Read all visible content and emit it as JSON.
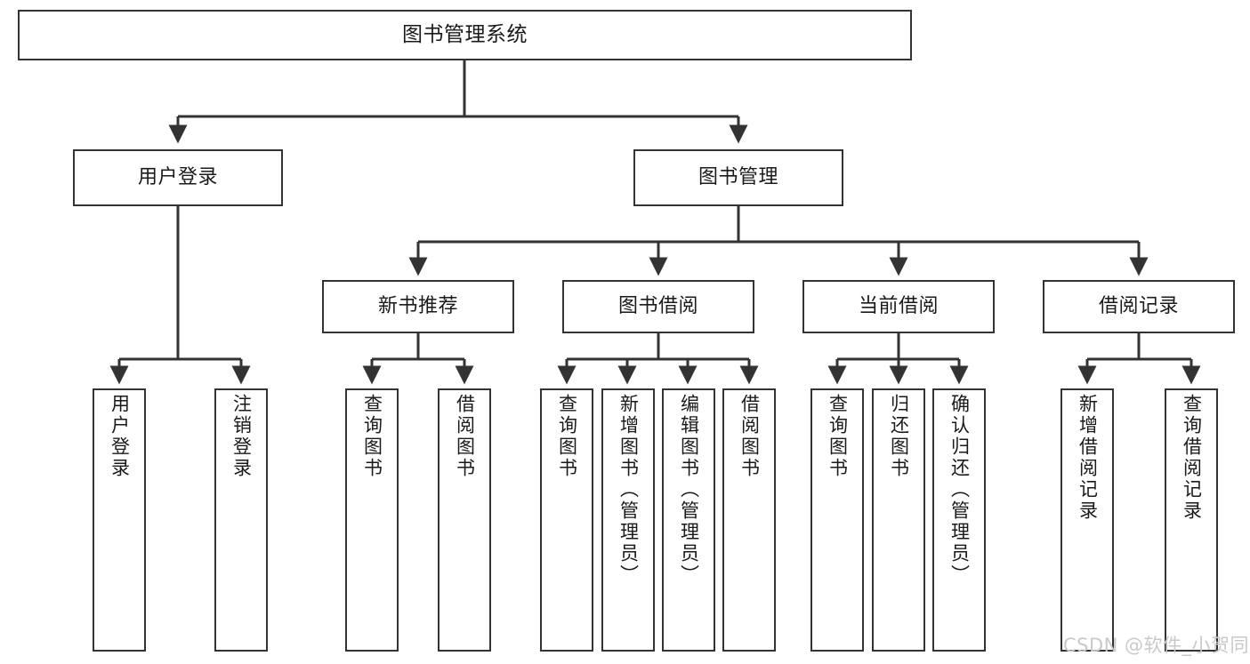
{
  "diagram": {
    "title": "图书管理系统",
    "watermark": "CSDN @软件_小贺同学",
    "colors": {
      "stroke": "#333333",
      "fill": "#ffffff",
      "text": "#1a1a1a",
      "watermark": "#c9c9c9"
    },
    "nodes": {
      "root": {
        "label": "图书管理系统"
      },
      "level2": [
        {
          "label": "用户登录"
        },
        {
          "label": "图书管理"
        }
      ],
      "level3": [
        {
          "label": "新书推荐"
        },
        {
          "label": "图书借阅"
        },
        {
          "label": "当前借阅"
        },
        {
          "label": "借阅记录"
        }
      ],
      "leaves": [
        {
          "label": "用户登录"
        },
        {
          "label": "注销登录"
        },
        {
          "label": "查询图书"
        },
        {
          "label": "借阅图书"
        },
        {
          "label": "查询图书"
        },
        {
          "label": "新增图书（管理员）"
        },
        {
          "label": "编辑图书（管理员）"
        },
        {
          "label": "借阅图书"
        },
        {
          "label": "查询图书"
        },
        {
          "label": "归还图书"
        },
        {
          "label": "确认归还（管理员）"
        },
        {
          "label": "新增借阅记录"
        },
        {
          "label": "查询借阅记录"
        }
      ]
    }
  }
}
